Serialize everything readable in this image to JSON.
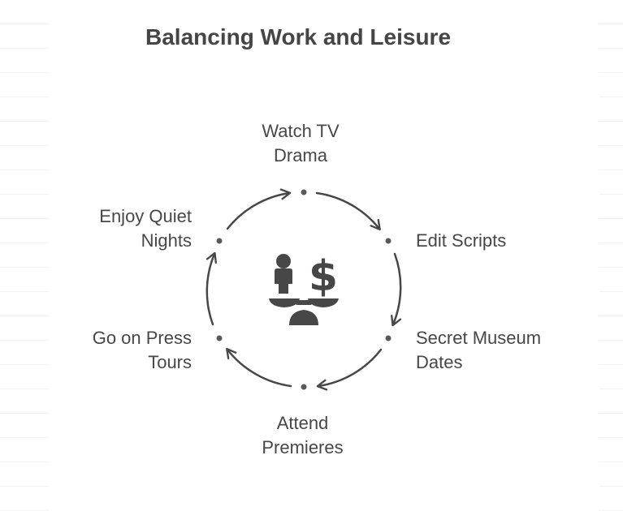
{
  "title": "Balancing Work and Leisure",
  "steps": [
    {
      "line1": "Watch TV",
      "line2": "Drama"
    },
    {
      "line1": "Edit Scripts",
      "line2": ""
    },
    {
      "line1": "Secret Museum",
      "line2": "Dates"
    },
    {
      "line1": "Attend",
      "line2": "Premieres"
    },
    {
      "line1": "Go on Press",
      "line2": "Tours"
    },
    {
      "line1": "Enjoy Quiet",
      "line2": "Nights"
    }
  ],
  "center_icon": "balance-scale-person-dollar-icon",
  "colors": {
    "text": "#474747",
    "arrow": "#474747",
    "icon": "#474747"
  }
}
